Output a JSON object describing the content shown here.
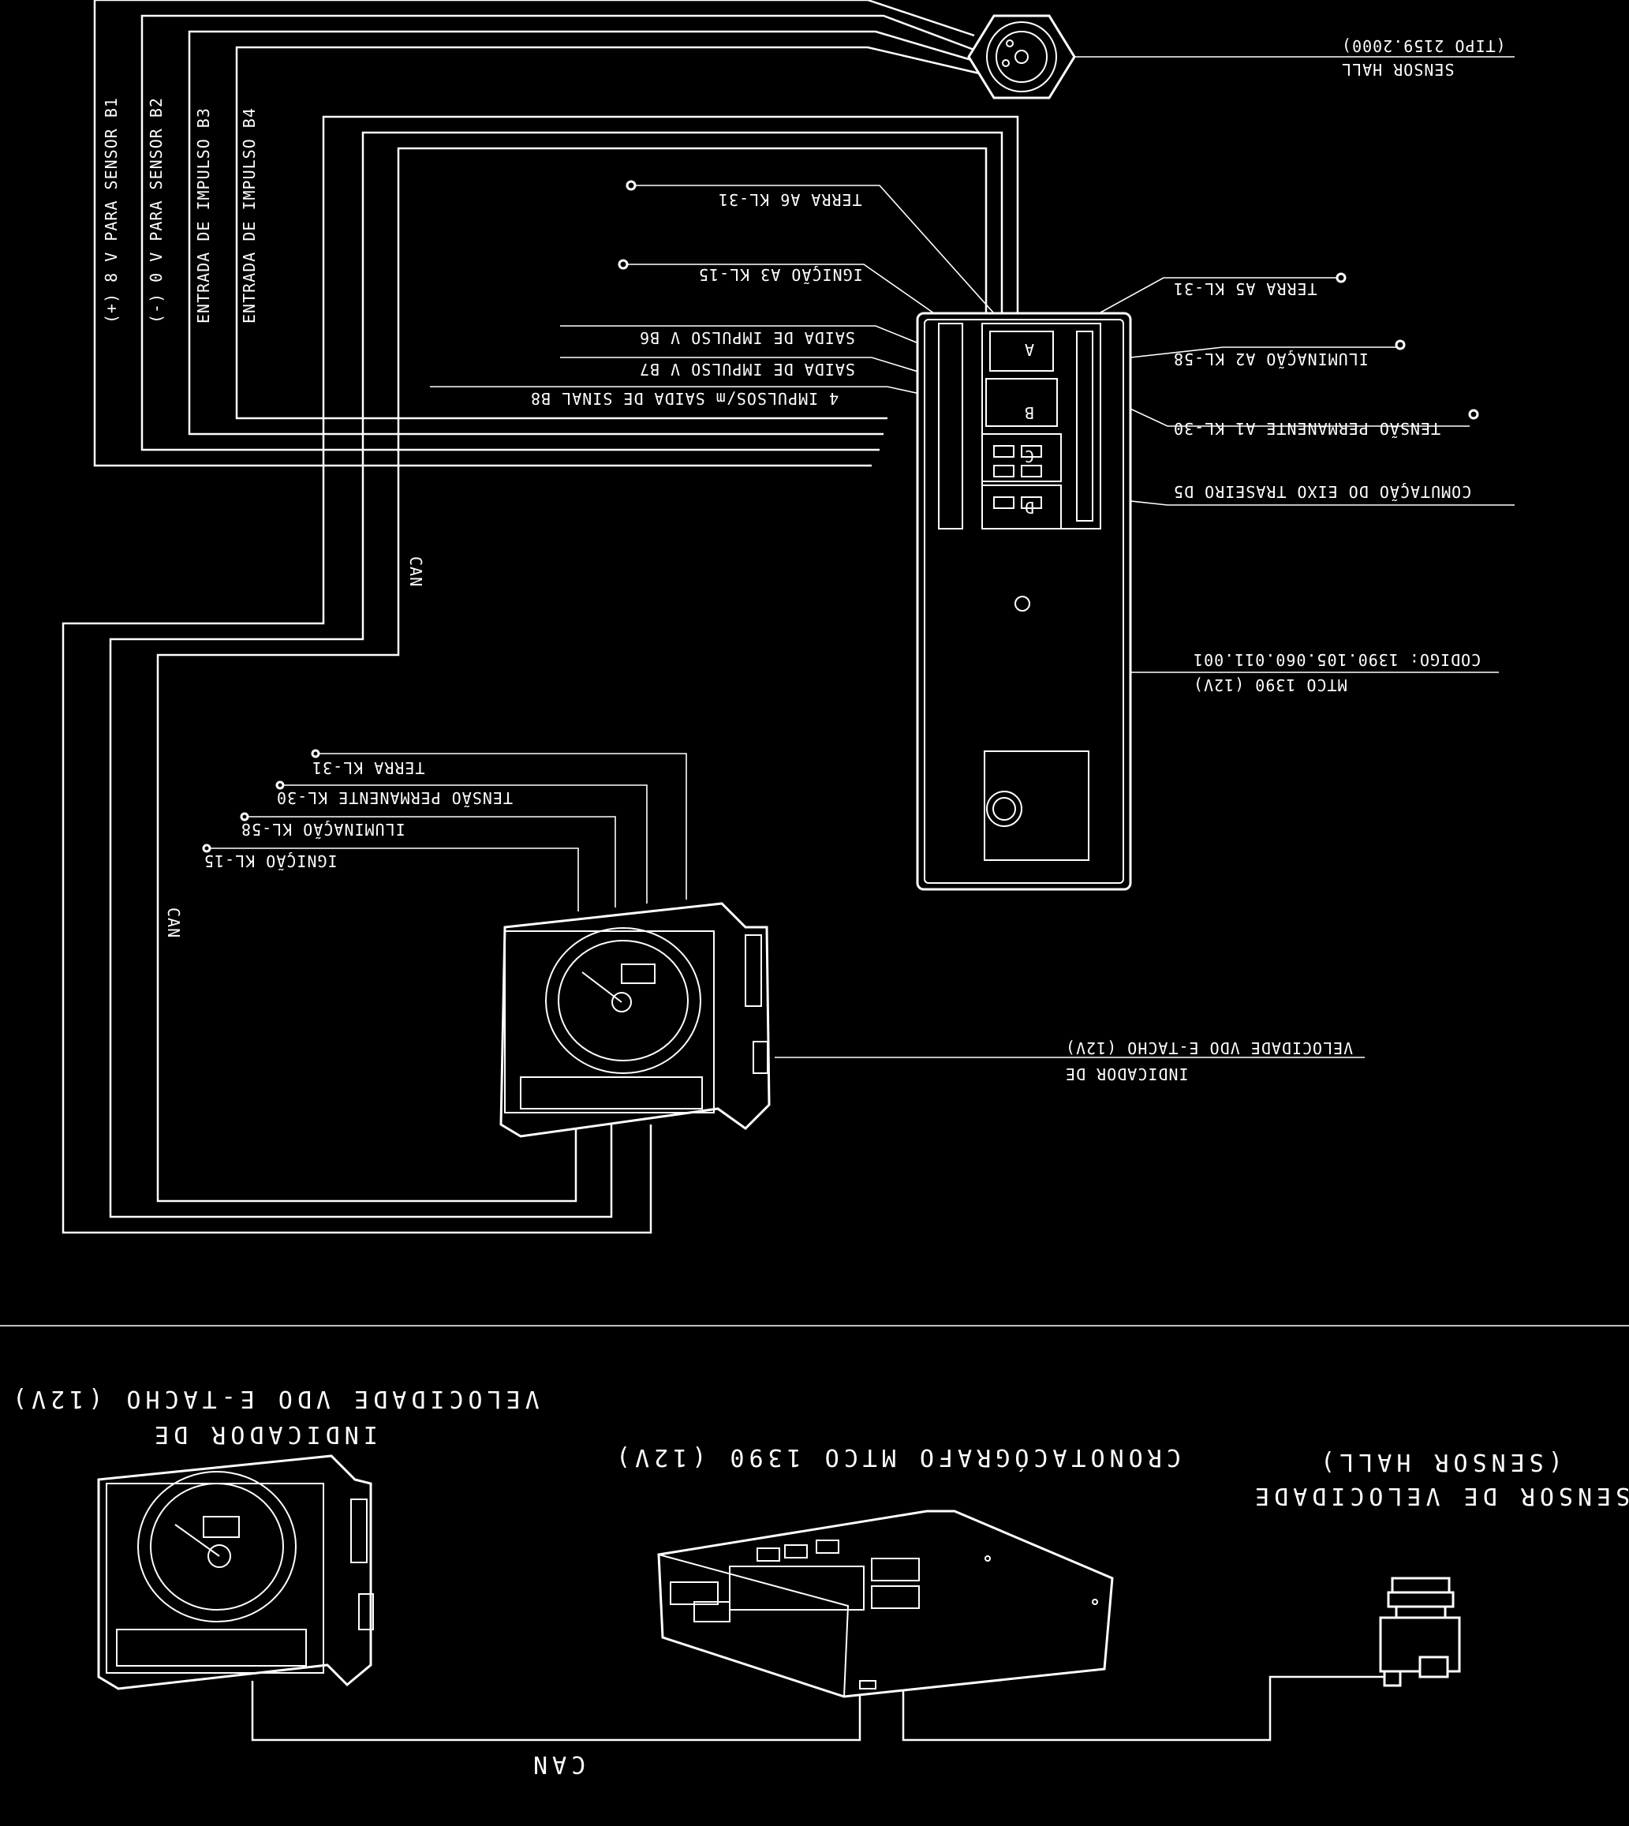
{
  "top_diagram": {
    "hall_sensor": {
      "title": "SENSOR HALL",
      "type": "(TIPO 2159.2000)"
    },
    "sensor_wire_labels": [
      "(+) 8 V PARA SENSOR B1",
      "(-) 0 V PARA SENSOR B2",
      "ENTRADA DE IMPULSO B3",
      "ENTRADA DE IMPULSO B4"
    ],
    "left_pin_labels": [
      "TERRA A6 KL-31",
      "IGNIÇÃO A3 KL-15",
      "SAIDA DE IMPULSO V B6",
      "SAIDA DE IMPULSO V B7",
      "4 IMPULSOS/m SAIDA DE SINAL B8"
    ],
    "right_pin_labels": [
      "TERRA A5 KL-31",
      "ILUMINAÇÃO A2 KL-58",
      "TENSÃO PERMANENTE A1 KL-30",
      "COMUTAÇÃO DO EIXO TRASEIRO D5"
    ],
    "can_labels": [
      "CAN",
      "CAN"
    ],
    "connector_letters": [
      "A",
      "B",
      "C",
      "D"
    ],
    "tachograph": {
      "name": "MTCO 1390 (12V)",
      "code": "CODIGO: 1390.105.060.011.001"
    },
    "indicator_pin_labels": [
      "TERRA KL-31",
      "TENSÃO PERMANENTE KL-30",
      "ILUMINAÇÃO KL-58",
      "IGNIÇÃO KL-15"
    ],
    "indicator": {
      "line1": "INDICADOR DE",
      "line2": "VELOCIDADE VDO E-TACHO (12V)"
    }
  },
  "bottom_diagram": {
    "indicator": {
      "line1": "INDICADOR DE",
      "line2": "VELOCIDADE VDO E-TACHO (12V)"
    },
    "tachograph": "CRONOTACÓGRAFO MTCO 1390 (12V)",
    "speed_sensor": {
      "line1": "SENSOR DE VELOCIDADE",
      "line2": "(SENSOR HALL)"
    },
    "can_label": "CAN"
  },
  "colors": {
    "background": "#000000",
    "ink": "#ffffff"
  }
}
